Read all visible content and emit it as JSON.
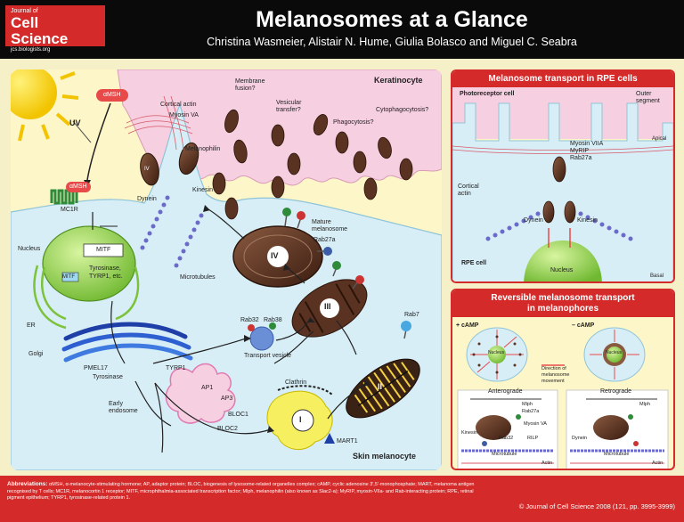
{
  "header": {
    "logo_line1": "Journal of",
    "logo_line2": "Cell Science",
    "logo_line3": "jcs.biologists.org",
    "title": "Melanosomes at a Glance",
    "authors": "Christina Wasmeier, Alistair N. Hume, Giulia Bolasco and Miguel C. Seabra"
  },
  "main_panel": {
    "keratinocyte_label": "Keratinocyte",
    "skin_melanocyte_label": "Skin melanocyte",
    "labels": {
      "uv": "UV",
      "amsh_top": "αMSH",
      "amsh_receptor": "αMSH",
      "mc1r": "MC1R",
      "nucleus": "Nucleus",
      "er": "ER",
      "mitf_top": "MITF",
      "mitf_bottom": "MITF",
      "tyrosinase_genes": "Tyrosinase,",
      "tyrp1_genes": "TYRP1, etc.",
      "golgi": "Golgi",
      "pmel17": "PMEL17",
      "tyrosinase": "Tyrosinase",
      "tyrp1": "TYRP1",
      "early_endosome_1": "Early",
      "early_endosome_2": "endosome",
      "ap1": "AP1",
      "ap3": "AP3",
      "bloc1": "BLOC1",
      "bloc2": "BLOC2",
      "clathrin": "Clathrin",
      "mart1": "MART1",
      "rab32": "Rab32",
      "rab38": "Rab38",
      "transport_vesicle": "Transport vesicle",
      "rab7": "Rab7",
      "rab27a": "Rab27a",
      "mature_1": "Mature",
      "mature_2": "melanosome",
      "microtubules": "Microtubules",
      "dynein": "Dynein",
      "kinesin": "Kinesin",
      "cortical_actin": "Cortical actin",
      "myosin_va": "Myosin VA",
      "melanophilin": "Melanophilin",
      "membrane_fusion_1": "Membrane",
      "membrane_fusion_2": "fusion?",
      "vesicular_1": "Vesicular",
      "vesicular_2": "transfer?",
      "phagocytosis": "Phagocytosis?",
      "cytophagocytosis": "Cytophagocytosis?",
      "stage_i": "I",
      "stage_ii": "II",
      "stage_iii": "III",
      "stage_iv": "IV",
      "stage_iv_small": "IV"
    }
  },
  "rpe_panel": {
    "heading": "Melanosome transport in RPE cells",
    "photoreceptor": "Photoreceptor cell",
    "outer_segment_1": "Outer",
    "outer_segment_2": "segment",
    "apical": "Apical",
    "myosin_viia": "Myosin VIIA",
    "myrip": "MyRIP",
    "rab27a": "Rab27a",
    "cortical_actin_1": "Cortical",
    "cortical_actin_2": "actin",
    "dynein": "Dynein",
    "kinesin": "Kinesin",
    "rpe_cell": "RPE cell",
    "nucleus": "Nucleus",
    "basal": "Basal"
  },
  "melanophore_panel": {
    "heading_1": "Reversible melanosome transport",
    "heading_2": "in melanophores",
    "plus_camp": "+ cAMP",
    "minus_camp": "– cAMP",
    "nucleus_left": "Nucleus",
    "nucleus_right": "Nucleus",
    "direction_1": "Direction of",
    "direction_2": "melanosome",
    "direction_3": "movement",
    "anterograde": "Anterograde",
    "retrograde": "Retrograde",
    "mlph": "Mlph",
    "rab27a": "Rab27a",
    "myosin_va": "Myosin VA",
    "kinesin": "Kinesin",
    "rab32": "Rab32",
    "rilp": "RILP",
    "microtubule_left": "Microtubule",
    "microtubule_right": "Microtubule",
    "actin_left": "Actin",
    "actin_right": "Actin",
    "dynein": "Dynein",
    "mlph_right": "Mlph"
  },
  "footer": {
    "abbr_title": "Abbreviations:",
    "abbr_text": "αMSH, α-melanocyte-stimulating hormone; AP, adaptor protein; BLOC, biogenesis of lysosome-related organelles complex; cAMP, cyclic adenosine 3′,5′-monophosphate; MART, melanoma antigen recognised by T cells; MC1R, melanocortin 1 receptor; MITF, microphthalmia-associated transcription factor; Mlph, melanophilin (also known as Slac2-a); MyRIP, myosin-VIIa- and Rab-interacting protein; RPE, retinal pigment epithelium; TYRP1, tyrosinase-related protein 1.",
    "copyright": "© Journal of Cell Science 2008 (121, pp. 3995-3999)"
  },
  "colors": {
    "brand_red": "#d42a2a",
    "background_cream": "#f6f0c8",
    "keratinocyte_pink": "#f6cfe0",
    "melanocyte_blue": "#d8eef6",
    "melanosome_brown": "#5a3222",
    "nucleus_green": "#8fcf4a"
  }
}
